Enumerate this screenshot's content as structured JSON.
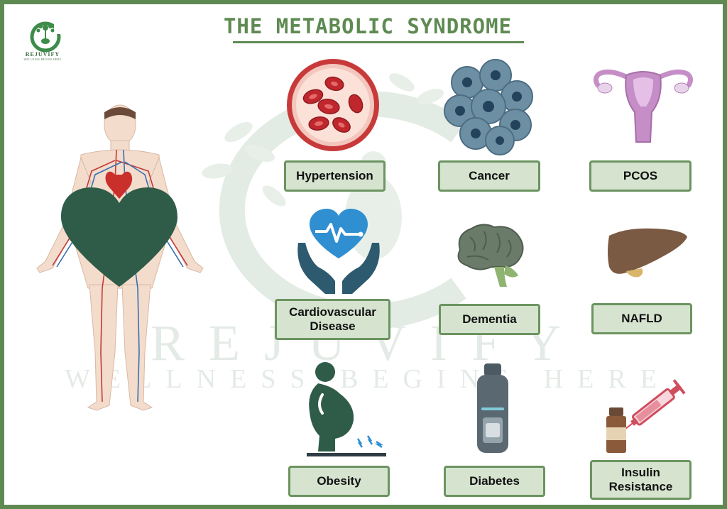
{
  "title": "THE METABOLIC SYNDROME",
  "logo": {
    "name": "REJUVIFY",
    "tagline": "WELLNESS BEGINS HERE"
  },
  "watermark": {
    "name": "REJUVIFY",
    "tagline": "WELLNESS BEGINS HERE"
  },
  "conditions": [
    {
      "label": "Hypertension",
      "icon": "blood-cells-icon"
    },
    {
      "label": "Cancer",
      "icon": "cancer-cells-icon"
    },
    {
      "label": "PCOS",
      "icon": "uterus-icon"
    },
    {
      "label": "Cardiovascular\nDisease",
      "icon": "heart-hands-icon"
    },
    {
      "label": "Dementia",
      "icon": "brain-icon"
    },
    {
      "label": "NAFLD",
      "icon": "liver-icon"
    },
    {
      "label": "Obesity",
      "icon": "obese-person-scale-icon"
    },
    {
      "label": "Diabetes",
      "icon": "glucose-meter-icon"
    },
    {
      "label": "Insulin\nResistance",
      "icon": "insulin-syringe-icon"
    }
  ],
  "colors": {
    "border": "#5e8a52",
    "card_fill": "#d5e3cf",
    "heart": "#2f5c48",
    "title": "#5e8a52"
  }
}
